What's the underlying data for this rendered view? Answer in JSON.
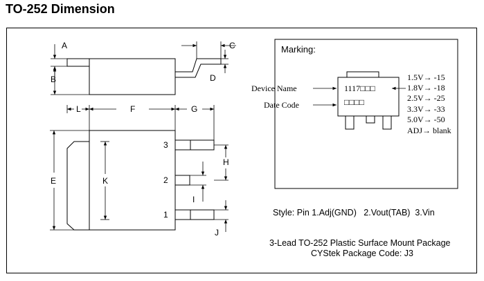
{
  "title": "TO-252 Dimension",
  "dims": {
    "A": "A",
    "B": "B",
    "C": "C",
    "D": "D",
    "L": "L",
    "F": "F",
    "G": "G",
    "E": "E",
    "K": "K",
    "H": "H",
    "I": "I",
    "J": "J"
  },
  "pins": {
    "p3": "3",
    "p2": "2",
    "p1": "1"
  },
  "marking": {
    "heading": "Marking:",
    "device_name_label": "Device Name",
    "date_code_label": "Date Code",
    "device_code": "1117□□□",
    "date_code": "□□□□",
    "voltage_codes": [
      "1.5V→ -15",
      "1.8V→ -18",
      "2.5V→ -25",
      "3.3V→ -33",
      "5.0V→ -50",
      "ADJ→ blank"
    ]
  },
  "style_text": "Style: Pin 1.Adj(GND)   2.Vout(TAB)  3.Vin",
  "package_line1": "3-Lead TO-252 Plastic Surface Mount Package",
  "package_line2": "CYStek Package Code: J3"
}
